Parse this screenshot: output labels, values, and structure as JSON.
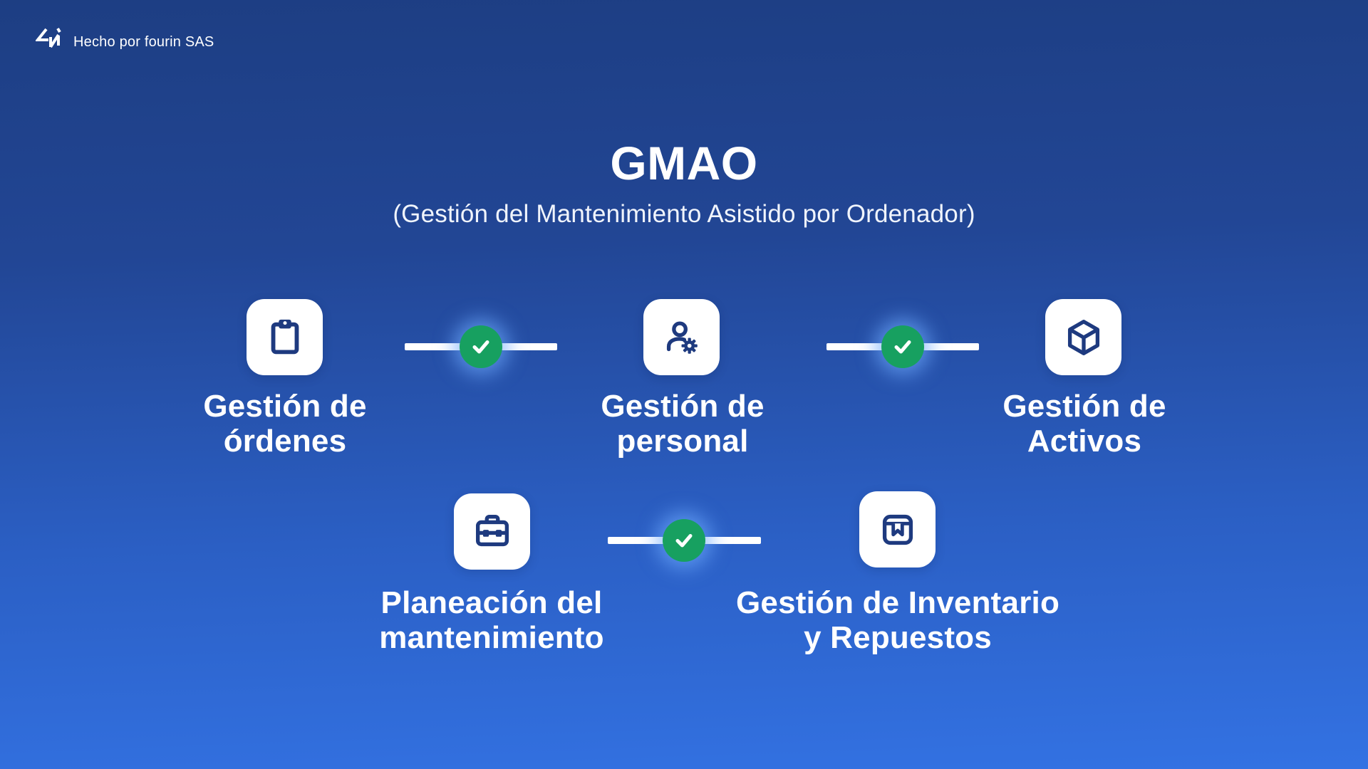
{
  "brand": {
    "text": "Hecho por fourin SAS",
    "logo_icon": "fourin-logo-icon"
  },
  "header": {
    "title": "GMAO",
    "subtitle": "(Gestión del Mantenimiento Asistido por Ordenador)"
  },
  "colors": {
    "background_top": "#1d3e83",
    "background_bottom": "#3372e3",
    "tile_background": "#ffffff",
    "icon_navy": "#1e3a7f",
    "check_green": "#17a060",
    "connector_white": "#ffffff",
    "glow_blue": "#6eaaff",
    "text_white": "#ffffff"
  },
  "nodes": [
    {
      "id": "ordenes",
      "icon": "clipboard-icon",
      "line1": "Gestión de",
      "line2": "órdenes"
    },
    {
      "id": "personal",
      "icon": "person-gear-icon",
      "line1": "Gestión de",
      "line2": "personal"
    },
    {
      "id": "activos",
      "icon": "cube-icon",
      "line1": "Gestión de",
      "line2": "Activos"
    },
    {
      "id": "planeacion",
      "icon": "toolbox-icon",
      "line1": "Planeación del",
      "line2": "mantenimiento"
    },
    {
      "id": "inventario",
      "icon": "package-bookmark-icon",
      "line1": "Gestión de Inventario",
      "line2": "y Repuestos"
    }
  ],
  "connectors": [
    {
      "id": "conn-1",
      "icon": "check-icon"
    },
    {
      "id": "conn-2",
      "icon": "check-icon"
    },
    {
      "id": "conn-3",
      "icon": "check-icon"
    }
  ]
}
